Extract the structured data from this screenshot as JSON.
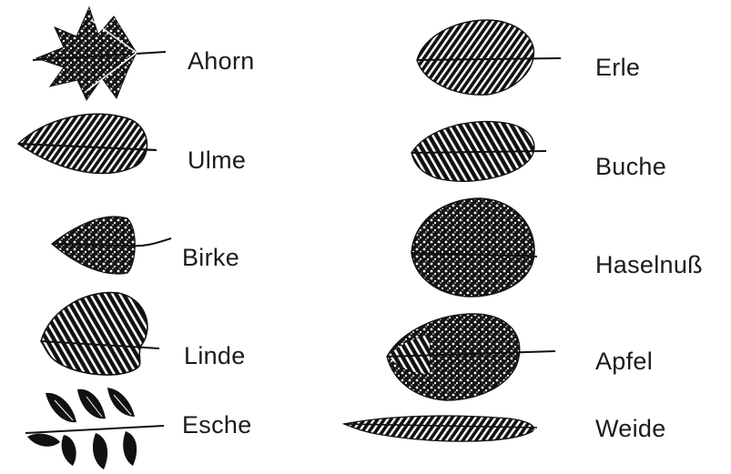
{
  "leaves": {
    "left_column": [
      {
        "label": "Ahorn"
      },
      {
        "label": "Ulme"
      },
      {
        "label": "Birke"
      },
      {
        "label": "Linde"
      },
      {
        "label": "Esche"
      }
    ],
    "right_column": [
      {
        "label": "Erle"
      },
      {
        "label": "Buche"
      },
      {
        "label": "Haselnuß"
      },
      {
        "label": "Apfel"
      },
      {
        "label": "Weide"
      }
    ]
  },
  "colors": {
    "ink": "#1b1b1b",
    "paper": "#ffffff"
  }
}
